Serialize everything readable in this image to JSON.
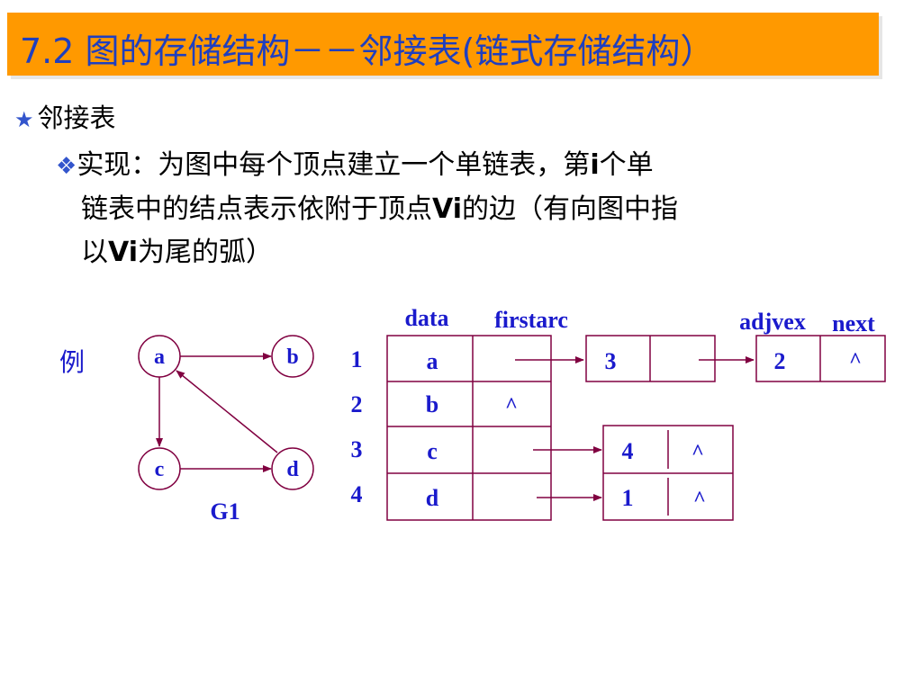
{
  "slide": {
    "title": "7.2 图的存储结构－－邻接表(链式存储结构）",
    "bullet_heading": "邻接表",
    "desc_line1_a": "实现：为图中每个顶点建立一个单链表，第",
    "desc_line1_b": "i",
    "desc_line1_c": "个单",
    "desc_line2_a": "链表中的结点表示依附于顶点",
    "desc_line2_b": "Vi",
    "desc_line2_c": "的边（有向图中指",
    "desc_line3_a": "以",
    "desc_line3_b": "Vi",
    "desc_line3_c": "为尾的弧）"
  },
  "example": {
    "label": "例",
    "graph_name": "G1",
    "vertices": [
      "a",
      "b",
      "c",
      "d"
    ]
  },
  "adjacency": {
    "col_data": "data",
    "col_firstarc": "firstarc",
    "col_adjvex": "adjvex",
    "col_next": "next",
    "indices": [
      "1",
      "2",
      "3",
      "4"
    ],
    "rows": [
      {
        "data": "a",
        "firstarc": ""
      },
      {
        "data": "b",
        "firstarc": "^"
      },
      {
        "data": "c",
        "firstarc": ""
      },
      {
        "data": "d",
        "firstarc": ""
      }
    ],
    "nodes": [
      {
        "adjvex": "3",
        "next": ""
      },
      {
        "adjvex": "2",
        "next": "^"
      },
      {
        "adjvex": "4",
        "next": "^"
      },
      {
        "adjvex": "1",
        "next": "^"
      }
    ]
  }
}
